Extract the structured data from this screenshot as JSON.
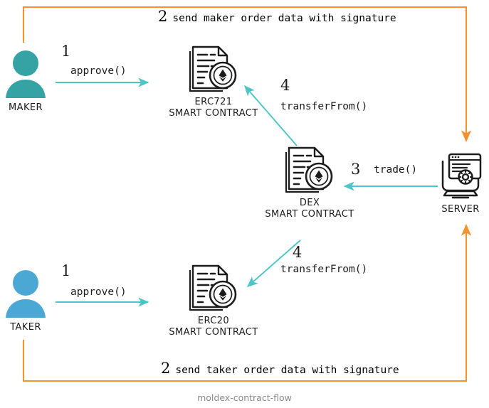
{
  "diagram": {
    "caption": "moldex-contract-flow",
    "colors": {
      "maker": "#35a3a3",
      "taker": "#4BA8D4",
      "arrow_teal": "#4BC5C5",
      "flow_orange": "#F5922F",
      "icon_dark": "#1c1c1c",
      "caption_gray": "#8a8a8a"
    },
    "nodes": [
      {
        "id": "maker",
        "icon": "person-icon",
        "label": "MAKER"
      },
      {
        "id": "taker",
        "icon": "person-icon",
        "label": "TAKER"
      },
      {
        "id": "erc721",
        "icon": "smart-contract-icon",
        "label": "ERC721\nSMART CONTRACT"
      },
      {
        "id": "erc20",
        "icon": "smart-contract-icon",
        "label": "ERC20\nSMART CONTRACT"
      },
      {
        "id": "dex",
        "icon": "smart-contract-icon",
        "label": "DEX\nSMART CONTRACT"
      },
      {
        "id": "server",
        "icon": "server-monitor-icon",
        "label": "SERVER"
      }
    ],
    "edges": [
      {
        "id": "maker-approve",
        "step": "1",
        "call": "approve()",
        "from": "maker",
        "to": "erc721",
        "color": "teal"
      },
      {
        "id": "taker-approve",
        "step": "1",
        "call": "approve()",
        "from": "taker",
        "to": "erc20",
        "color": "teal"
      },
      {
        "id": "dex-to-erc721",
        "step": "4",
        "call": "transferFrom()",
        "from": "dex",
        "to": "erc721",
        "color": "teal"
      },
      {
        "id": "dex-to-erc20",
        "step": "4",
        "call": "transferFrom()",
        "from": "dex",
        "to": "erc20",
        "color": "teal"
      },
      {
        "id": "server-trade",
        "step": "3",
        "call": "trade()",
        "from": "server",
        "to": "dex",
        "color": "teal"
      },
      {
        "id": "maker-to-server",
        "step": "2",
        "call": "send maker order data with signature",
        "from": "maker",
        "to": "server",
        "color": "orange"
      },
      {
        "id": "taker-to-server",
        "step": "2",
        "call": "send taker order data with signature",
        "from": "taker",
        "to": "server",
        "color": "orange"
      }
    ]
  }
}
